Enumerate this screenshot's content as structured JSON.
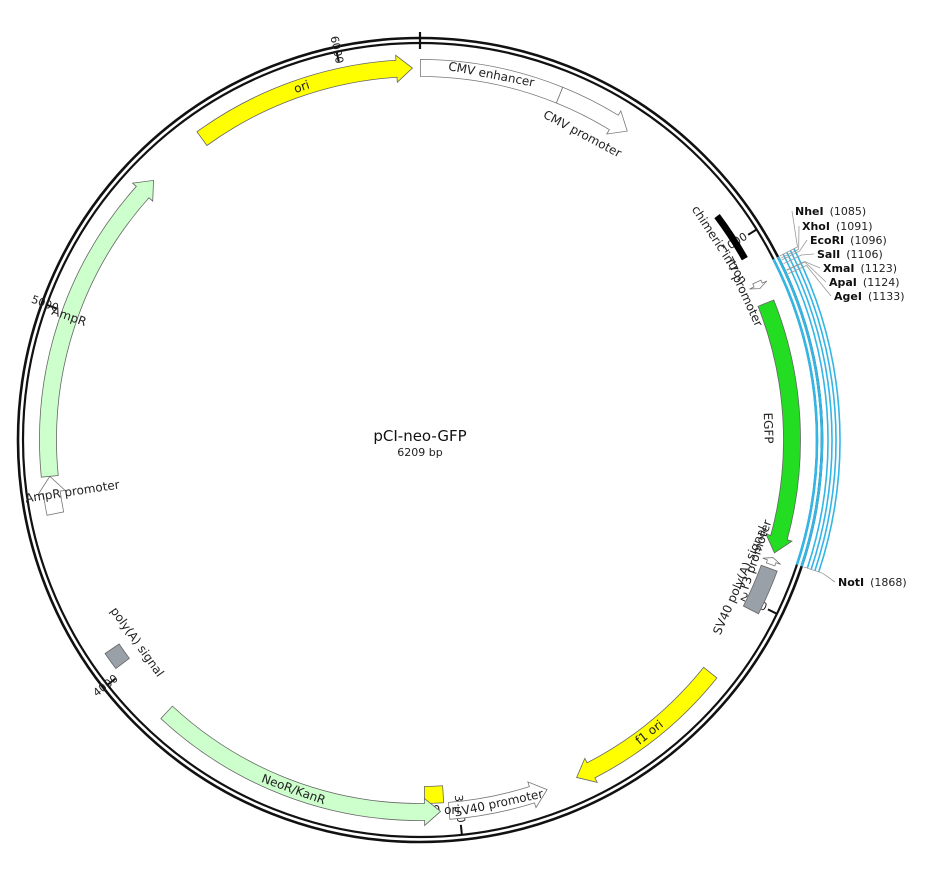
{
  "plasmid": {
    "name": "pCI-neo-GFP",
    "length_label": "6209 bp",
    "length": 6209
  },
  "ticks": [
    {
      "label": "1000",
      "pos": 1000
    },
    {
      "label": "2000",
      "pos": 2000
    },
    {
      "label": "3000",
      "pos": 3000
    },
    {
      "label": "4000",
      "pos": 4000
    },
    {
      "label": "5000",
      "pos": 5000
    },
    {
      "label": "6000",
      "pos": 6000
    }
  ],
  "mcs": {
    "start": 1085,
    "end": 1868,
    "color": "#33b5e5"
  },
  "features": [
    {
      "id": "cmv-enhancer",
      "label": "CMV enhancer",
      "start": 1,
      "end": 380,
      "dir": 0,
      "color": "#ffffff",
      "track": 0
    },
    {
      "id": "cmv-promoter",
      "label": "CMV promoter",
      "start": 380,
      "end": 584,
      "dir": 1,
      "color": "#ffffff",
      "track": 0
    },
    {
      "id": "chimeric-intron",
      "label": "chimeric intron",
      "start": 915,
      "end": 1048,
      "dir": 0,
      "color": "#000000",
      "track": 0,
      "thin": true
    },
    {
      "id": "t7-promoter",
      "label": "T7 promoter",
      "start": 1119,
      "end": 1138,
      "dir": 1,
      "color": "#ffffff",
      "track": 0,
      "small": true
    },
    {
      "id": "egfp",
      "label": "EGFP",
      "start": 1180,
      "end": 1857,
      "dir": 1,
      "color": "#22dd22",
      "track": 0
    },
    {
      "id": "t3-promoter",
      "label": "T3 promoter",
      "start": 1870,
      "end": 1889,
      "dir": -1,
      "color": "#ffffff",
      "track": 0,
      "small": true
    },
    {
      "id": "sv40-polya",
      "label": "SV40 poly(A) signal",
      "start": 1900,
      "end": 2021,
      "dir": 0,
      "color": "#9aa0a8",
      "track": 0
    },
    {
      "id": "f1-ori",
      "label": "f1 ori",
      "start": 2220,
      "end": 2675,
      "dir": 1,
      "color": "#ffff00",
      "track": 0
    },
    {
      "id": "sv40-promoter",
      "label": "SV40 promoter",
      "start": 2760,
      "end": 3027,
      "dir": -1,
      "color": "#ffffff",
      "track": 0
    },
    {
      "id": "sv40-ori",
      "label": "SV40 ori",
      "start": 3030,
      "end": 3100,
      "dir": 0,
      "color": "#ffff00",
      "track": 1
    },
    {
      "id": "neor-kanr",
      "label": "NeoR/KanR",
      "start": 3050,
      "end": 3845,
      "dir": -1,
      "color": "#ccffcc",
      "track": 0
    },
    {
      "id": "polya-signal",
      "label": "poly(A) signal",
      "start": 4020,
      "end": 4068,
      "dir": 0,
      "color": "#9aa0a8",
      "track": 0
    },
    {
      "id": "ampr-promoter",
      "label": "AmpR promoter",
      "start": 4460,
      "end": 4560,
      "dir": 1,
      "color": "#ffffff",
      "track": 0
    },
    {
      "id": "ampr",
      "label": "AmpR",
      "start": 4560,
      "end": 5420,
      "dir": 1,
      "color": "#ccffcc",
      "track": 0
    },
    {
      "id": "ori",
      "label": "ori",
      "start": 5590,
      "end": 6189,
      "dir": 1,
      "color": "#ffff00",
      "track": 0
    }
  ],
  "sites": [
    {
      "name": "NheI",
      "pos_label": "(1085)",
      "pos": 1085
    },
    {
      "name": "XhoI",
      "pos_label": "(1091)",
      "pos": 1091
    },
    {
      "name": "EcoRI",
      "pos_label": "(1096)",
      "pos": 1096
    },
    {
      "name": "SalI",
      "pos_label": "(1106)",
      "pos": 1106
    },
    {
      "name": "XmaI",
      "pos_label": "(1123)",
      "pos": 1123
    },
    {
      "name": "ApaI",
      "pos_label": "(1124)",
      "pos": 1124
    },
    {
      "name": "AgeI",
      "pos_label": "(1133)",
      "pos": 1133
    },
    {
      "name": "NotI",
      "pos_label": "(1868)",
      "pos": 1868
    }
  ]
}
